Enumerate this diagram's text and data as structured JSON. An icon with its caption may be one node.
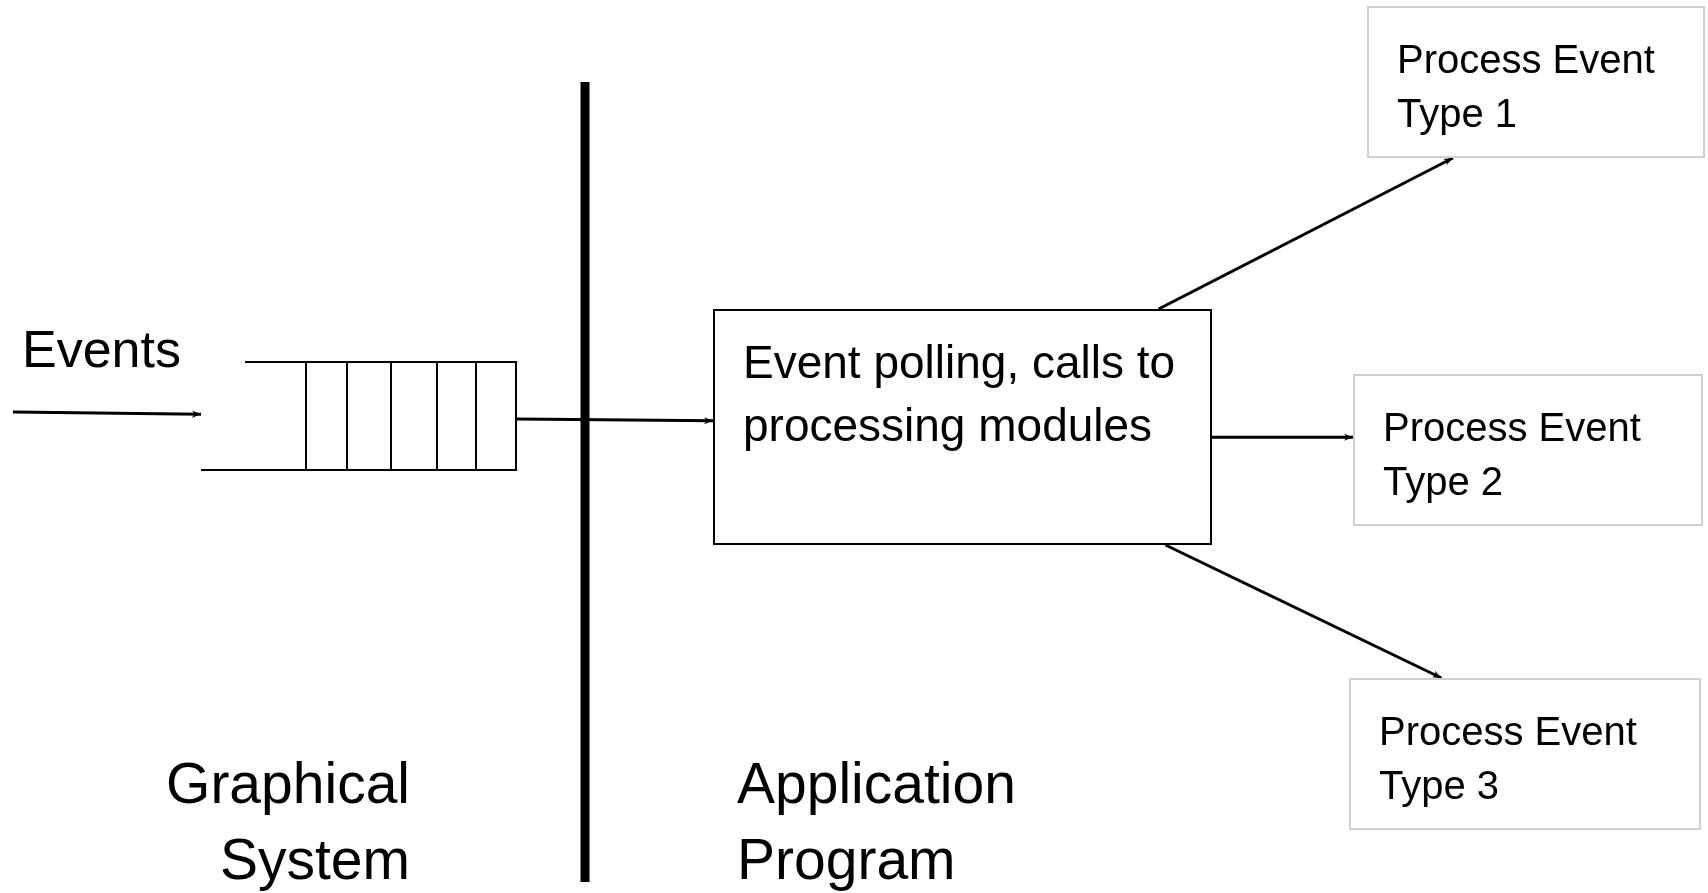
{
  "diagram": {
    "nodes": [
      {
        "text": [],
        "shape": "queue"
      },
      {
        "text": [
          "Event polling, calls to processing modules"
        ]
      },
      {
        "text": [
          "Process Event Type 1"
        ]
      },
      {
        "text": [
          "Process Event Type 2"
        ]
      },
      {
        "text": [
          "Process Event Type 3"
        ]
      }
    ],
    "edges": [
      {
        "from": null,
        "to": 0,
        "arrow": "to"
      },
      {
        "from": 0,
        "to": 1,
        "arrow": "to"
      },
      {
        "from": 1,
        "to": 2,
        "arrow": "to"
      },
      {
        "from": 1,
        "to": 3,
        "arrow": "to"
      },
      {
        "from": 1,
        "to": 4,
        "arrow": "to"
      }
    ],
    "labels": [
      "Events",
      "Graphical System",
      "Application Program"
    ]
  }
}
